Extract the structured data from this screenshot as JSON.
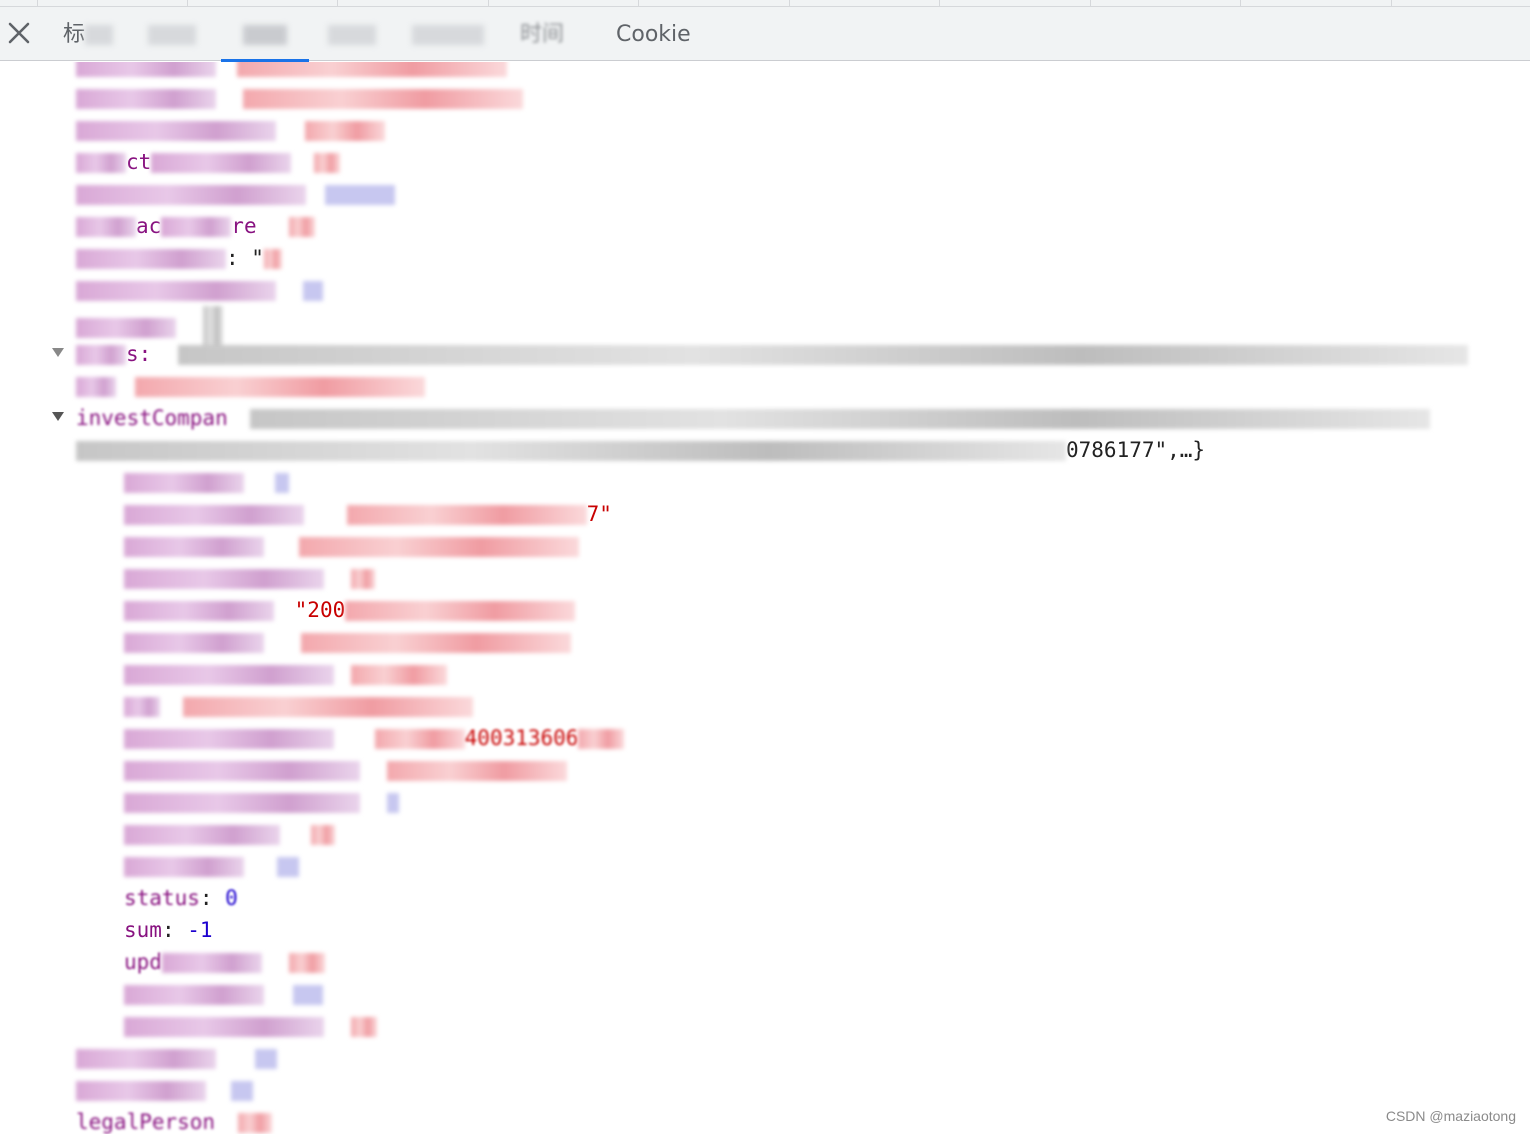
{
  "tabs": [
    {
      "label": "标"
    },
    {
      "label": ""
    },
    {
      "label": ""
    },
    {
      "label": ""
    },
    {
      "label": ""
    },
    {
      "label": "时间"
    },
    {
      "label": "Cookie"
    }
  ],
  "json": {
    "visible_fragments": {
      "directory_key": "ct",
      "key_ac": "ac",
      "key_re": "re",
      "colon_quote": ": \"",
      "s_colon": "s:",
      "invest_key": "investCompan",
      "invest_tail": "0786177\",…}",
      "quote_seven": "7\"",
      "quote_200": "\"200",
      "id_number": "400313606",
      "status_key": "status",
      "status_value": "0",
      "sum_key": "sum",
      "sum_value": "-1",
      "upd_key": "upd",
      "legal_key": "legalPerson"
    }
  },
  "watermark": "CSDN @maziaotong"
}
